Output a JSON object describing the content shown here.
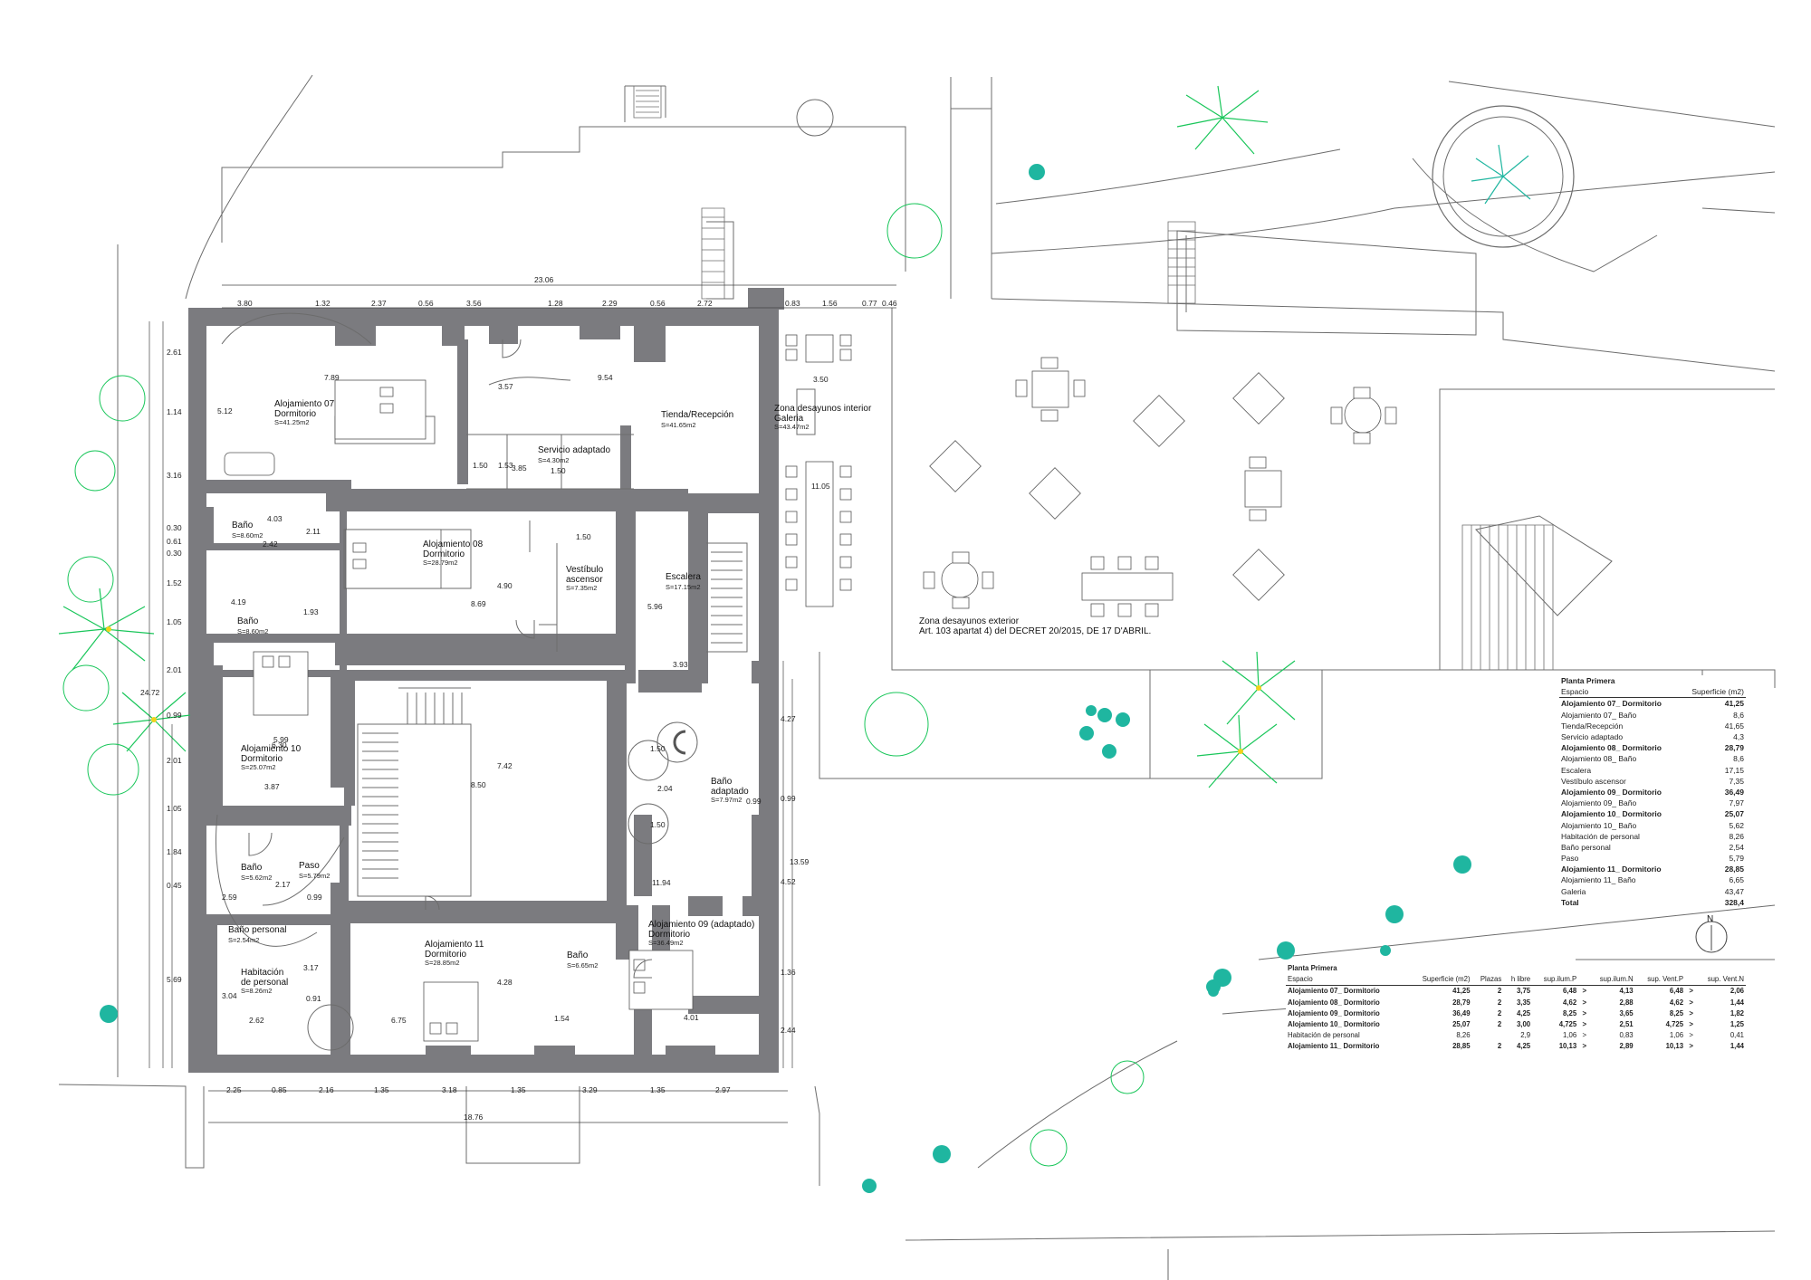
{
  "overall_dims": {
    "top": "23.06",
    "bottom": "18.76",
    "left": "24.72",
    "right": "13.59"
  },
  "top_dims": [
    "3.80",
    "1.32",
    "2.37",
    "0.56",
    "3.56",
    "1.28",
    "2.29",
    "0.56",
    "2.72",
    "0.83",
    "1.56",
    "0.77",
    "0.46"
  ],
  "bottom_dims": [
    "2.25",
    "0.85",
    "2.16",
    "1.35",
    "3.18",
    "1.35",
    "3.29",
    "1.35",
    "2.97"
  ],
  "left_dims": [
    "2.61",
    "1.14",
    "3.16",
    "0.30",
    "0.61",
    "0.30",
    "1.52",
    "1.05",
    "2.01",
    "0.99",
    "2.01",
    "1.05",
    "1.84",
    "0.45",
    "5.69"
  ],
  "right_dims": [
    "4.27",
    "0.99",
    "4.52",
    "1.36",
    "2.44"
  ],
  "inner_dims": [
    "7.89",
    "5.12",
    "3.57",
    "9.54",
    "3.50",
    "11.05",
    "4.03",
    "2.11",
    "2.42",
    "1.50",
    "1.53",
    "1.50",
    "3.85",
    "4.19",
    "1.93",
    "8.69",
    "4.90",
    "1.50",
    "5.96",
    "3.93",
    "5.99",
    "6.30",
    "3.87",
    "7.42",
    "8.50",
    "1.50",
    "2.04",
    "1.50",
    "0.99",
    "11.94",
    "2.17",
    "2.59",
    "0.99",
    "3.17",
    "0.91",
    "3.04",
    "2.62",
    "6.75",
    "4.28",
    "1.54",
    "4.01"
  ],
  "rooms": [
    {
      "name": "Alojamiento 07",
      "sub": "Dormitorio",
      "area": "S=41.25m2"
    },
    {
      "name": "Servicio adaptado",
      "sub": "",
      "area": "S=4.30m2"
    },
    {
      "name": "Tienda/Recepción",
      "sub": "",
      "area": "S=41.65m2"
    },
    {
      "name": "Zona desayunos interior",
      "sub": "Galeria",
      "area": "S=43.47m2"
    },
    {
      "name": "Baño",
      "sub": "",
      "area": "S=8.60m2"
    },
    {
      "name": "Alojamiento 08",
      "sub": "Dormitorio",
      "area": "S=28.79m2"
    },
    {
      "name": "Vestíbulo",
      "sub": "ascensor",
      "area": "S=7.35m2"
    },
    {
      "name": "Escalera",
      "sub": "",
      "area": "S=17.15m2"
    },
    {
      "name": "Baño",
      "sub": "",
      "area": "S=8.60m2"
    },
    {
      "name": "Alojamiento 10",
      "sub": "Dormitorio",
      "area": "S=25.07m2"
    },
    {
      "name": "Baño",
      "sub": "adaptado",
      "area": "S=7.97m2"
    },
    {
      "name": "Baño",
      "sub": "",
      "area": "S=5.62m2"
    },
    {
      "name": "Paso",
      "sub": "",
      "area": "S=5.79m2"
    },
    {
      "name": "Baño personal",
      "sub": "",
      "area": "S=2.54m2"
    },
    {
      "name": "Habitación",
      "sub": "de personal",
      "area": "S=8.26m2"
    },
    {
      "name": "Alojamiento 11",
      "sub": "Dormitorio",
      "area": "S=28.85m2"
    },
    {
      "name": "Baño",
      "sub": "",
      "area": "S=6.65m2"
    },
    {
      "name": "Alojamiento 09 (adaptado)",
      "sub": "Dormitorio",
      "area": "S=36.49m2"
    }
  ],
  "exterior_note": {
    "line1": "Zona desayunos exterior",
    "line2": "Art. 103 apartat 4) del DECRET 20/2015, DE 17 D'ABRIL."
  },
  "north_label": "N",
  "table_surfaces": {
    "title": "Planta Primera",
    "headers": [
      "Espacio",
      "Superficie (m2)"
    ],
    "rows": [
      {
        "label": "Alojamiento 07_ Dormitorio",
        "value": "41,25",
        "bold": true
      },
      {
        "label": "Alojamiento 07_ Baño",
        "value": "8,6",
        "bold": false
      },
      {
        "label": "Tienda/Recepción",
        "value": "41,65",
        "bold": false
      },
      {
        "label": "Servicio adaptado",
        "value": "4,3",
        "bold": false
      },
      {
        "label": "Alojamiento 08_ Dormitorio",
        "value": "28,79",
        "bold": true
      },
      {
        "label": "Alojamiento 08_ Baño",
        "value": "8,6",
        "bold": false
      },
      {
        "label": "Escalera",
        "value": "17,15",
        "bold": false
      },
      {
        "label": "Vestíbulo ascensor",
        "value": "7,35",
        "bold": false
      },
      {
        "label": "Alojamiento 09_ Dormitorio",
        "value": "36,49",
        "bold": true
      },
      {
        "label": "Alojamiento 09_ Baño",
        "value": "7,97",
        "bold": false
      },
      {
        "label": "Alojamiento 10_ Dormitorio",
        "value": "25,07",
        "bold": true
      },
      {
        "label": "Alojamiento 10_ Baño",
        "value": "5,62",
        "bold": false
      },
      {
        "label": "Habitación de personal",
        "value": "8,26",
        "bold": false
      },
      {
        "label": "Baño personal",
        "value": "2,54",
        "bold": false
      },
      {
        "label": "Paso",
        "value": "5,79",
        "bold": false
      },
      {
        "label": "Alojamiento 11_ Dormitorio",
        "value": "28,85",
        "bold": true
      },
      {
        "label": "Alojamiento 11_ Baño",
        "value": "6,65",
        "bold": false
      },
      {
        "label": "Galeria",
        "value": "43,47",
        "bold": false
      },
      {
        "label": "Total",
        "value": "328,4",
        "bold": true
      }
    ]
  },
  "table_lighting": {
    "title": "Planta Primera",
    "headers": [
      "Espacio",
      "Superficie (m2)",
      "Plazas",
      "h libre",
      "sup.ilum.P",
      "",
      "sup.ilum.N",
      "sup. Vent.P",
      "",
      "sup. Vent.N"
    ],
    "rows": [
      {
        "cells": [
          "Alojamiento 07_ Dormitorio",
          "41,25",
          "2",
          "3,75",
          "6,48",
          ">",
          "4,13",
          "6,48",
          ">",
          "2,06"
        ],
        "bold": true
      },
      {
        "cells": [
          "Alojamiento 08_ Dormitorio",
          "28,79",
          "2",
          "3,35",
          "4,62",
          ">",
          "2,88",
          "4,62",
          ">",
          "1,44"
        ],
        "bold": true
      },
      {
        "cells": [
          "Alojamiento 09_ Dormitorio",
          "36,49",
          "2",
          "4,25",
          "8,25",
          ">",
          "3,65",
          "8,25",
          ">",
          "1,82"
        ],
        "bold": true
      },
      {
        "cells": [
          "Alojamiento 10_ Dormitorio",
          "25,07",
          "2",
          "3,00",
          "4,725",
          ">",
          "2,51",
          "4,725",
          ">",
          "1,25"
        ],
        "bold": true
      },
      {
        "cells": [
          "Habitación de personal",
          "8,26",
          "",
          "2,9",
          "1,06",
          ">",
          "0,83",
          "1,06",
          ">",
          "0,41"
        ],
        "bold": false
      },
      {
        "cells": [
          "Alojamiento 11_ Dormitorio",
          "28,85",
          "2",
          "4,25",
          "10,13",
          ">",
          "2,89",
          "10,13",
          ">",
          "1,44"
        ],
        "bold": true
      }
    ]
  },
  "colors": {
    "wall": "#7b7b7f",
    "line": "#6c6c6c",
    "tree_green": "#19c65a",
    "tree_teal": "#1fb6a0",
    "tree_yellow": "#f2d21a"
  }
}
